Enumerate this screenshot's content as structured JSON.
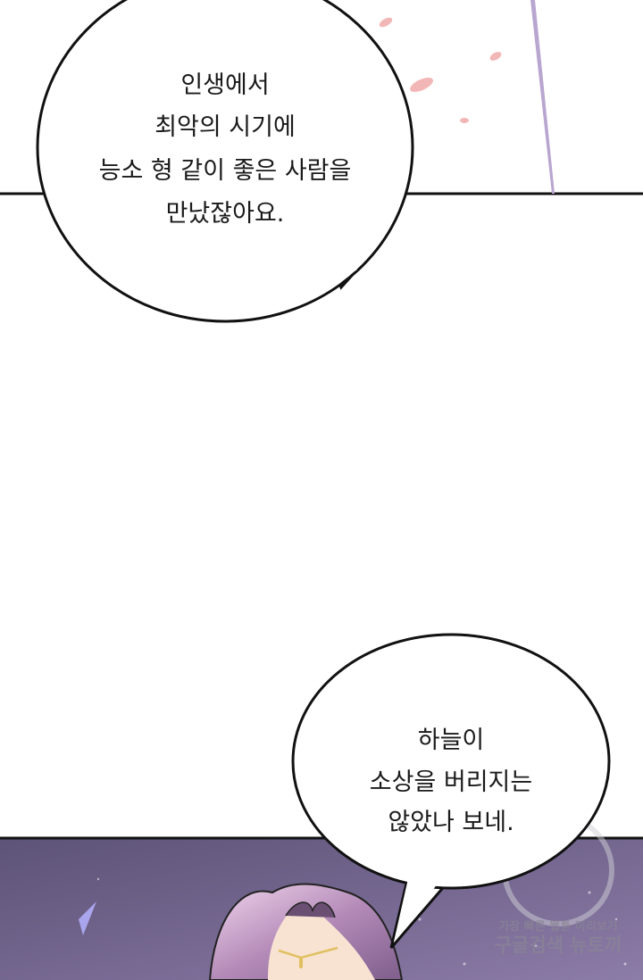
{
  "bubble_top": {
    "lines": [
      "인생에서",
      "최악의 시기에",
      "능소 형 같이 좋은 사람을",
      "만났잖아요."
    ]
  },
  "bubble_bottom": {
    "lines": [
      "하늘이",
      "소상을 버리지는",
      "않았나 보네."
    ]
  },
  "watermark": {
    "line1": "가장 빠른 웹툰 미리보기",
    "line2": "구글검색 뉴토끼"
  },
  "colors": {
    "panel_bg_dark": "#5d5277",
    "panel_bg_light": "#8c7ca8",
    "hair": "#b48bb8",
    "petal": "#f3b6b6"
  }
}
